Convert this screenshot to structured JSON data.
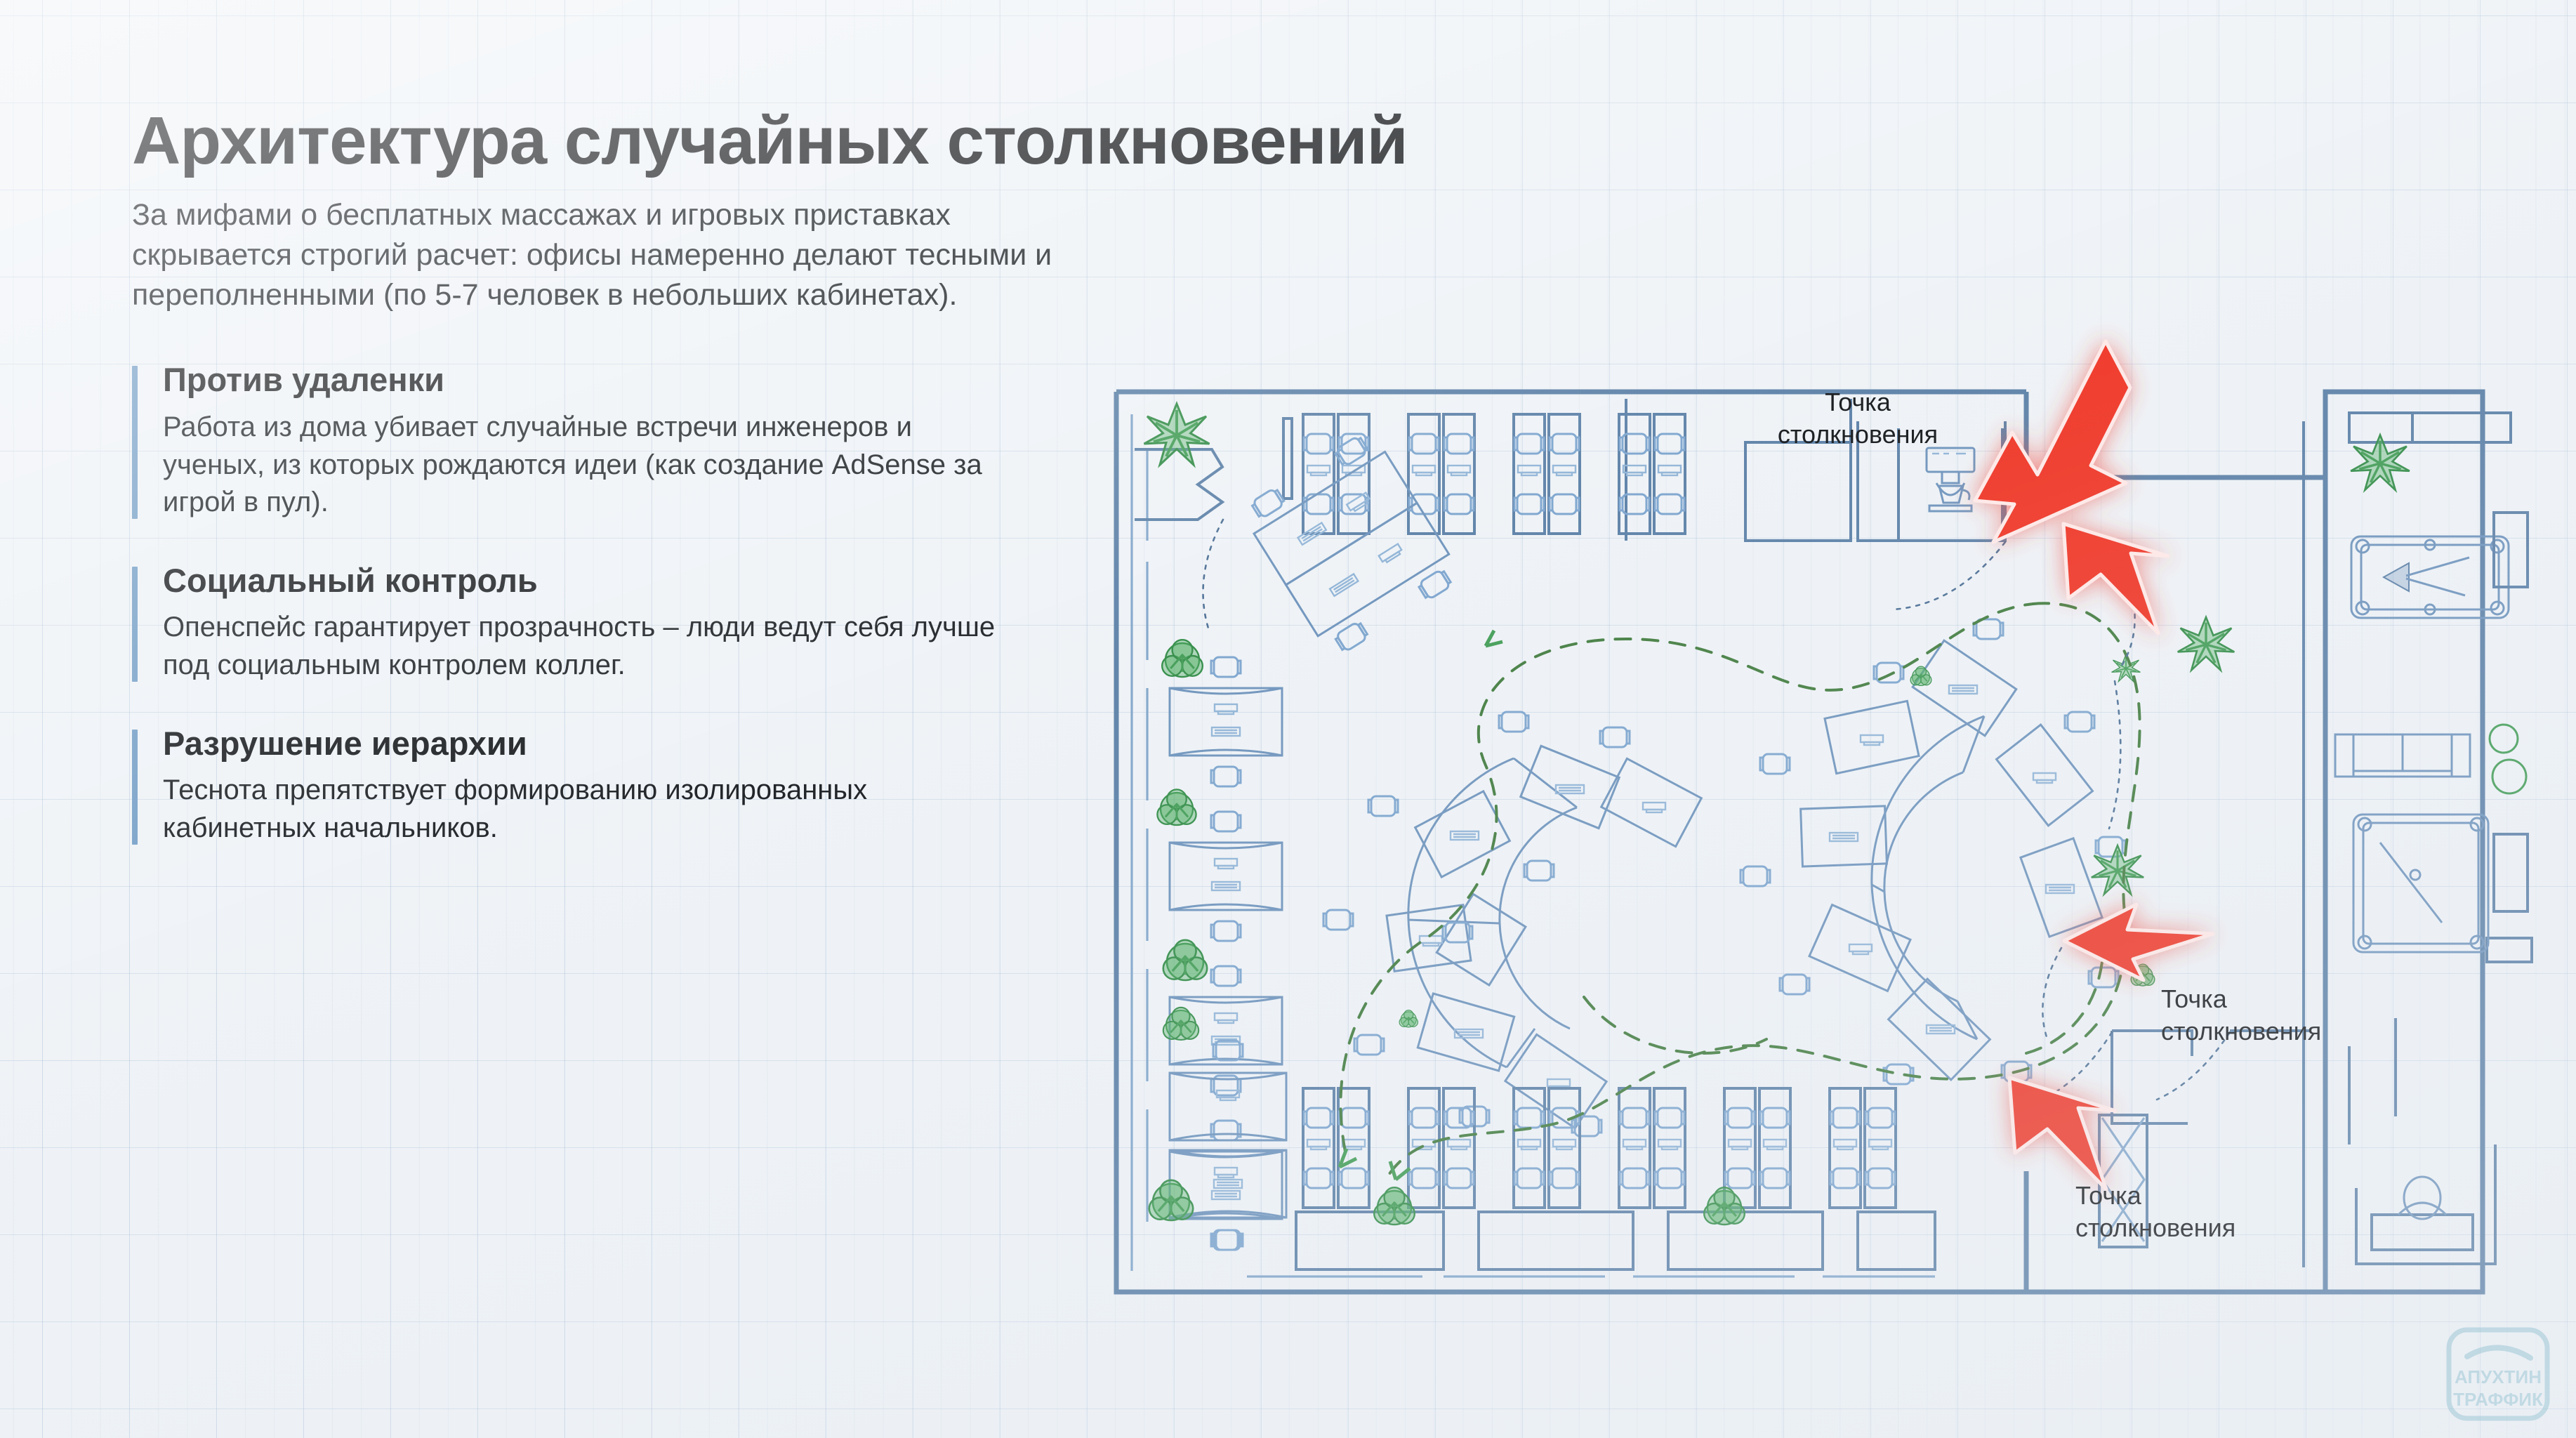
{
  "page": {
    "title": "Архитектура случайных столкновений",
    "intro": "За мифами о бесплатных массажах и игровых приставках скрывается строгий расчет: офисы намеренно делают тесными и переполненными (по 5-7 человек в небольших кабинетах)."
  },
  "sections": [
    {
      "title": "Против удаленки",
      "body": "Работа из дома убивает случайные встречи инженеров и ученых, из которых рождаются идеи (как создание AdSense за игрой в пул)."
    },
    {
      "title": "Социальный контроль",
      "body": "Опенспейс гарантирует прозрачность – люди ведут себя лучше под социальным контролем коллег."
    },
    {
      "title": "Разрушение иерархии",
      "body": "Теснота препятствует формированию изолированных кабинетных начальников."
    }
  ],
  "plan": {
    "collision_labels": [
      "Точка\nстолкновения",
      "Точка\nстолкновения",
      "Точка\nстолкновения"
    ],
    "features": {
      "coffee_machine": "coffee-machine-icon",
      "pool_table": "pool-table-icon",
      "sofa": "sofa-icon",
      "reception_person": "person-icon",
      "plants": "plant-icon",
      "desks": "desk-icon",
      "chairs": "chair-icon",
      "paths": "dashed-movement-path"
    }
  },
  "logo": {
    "line1": "АПУХТИН",
    "line2": "ТРАФФИК"
  },
  "colors": {
    "background": "#eef2f6",
    "grid": "#96afcd",
    "text": "#111417",
    "accent_bar": "#6f9bc4",
    "plan_line": "#5a7fa6",
    "plan_line_light": "#8fb3d6",
    "plant_green": "#3f9b53",
    "path_green": "#3f7a3c",
    "arrow_red": "#ef3124",
    "logo_teal": "#7fb8c9"
  }
}
